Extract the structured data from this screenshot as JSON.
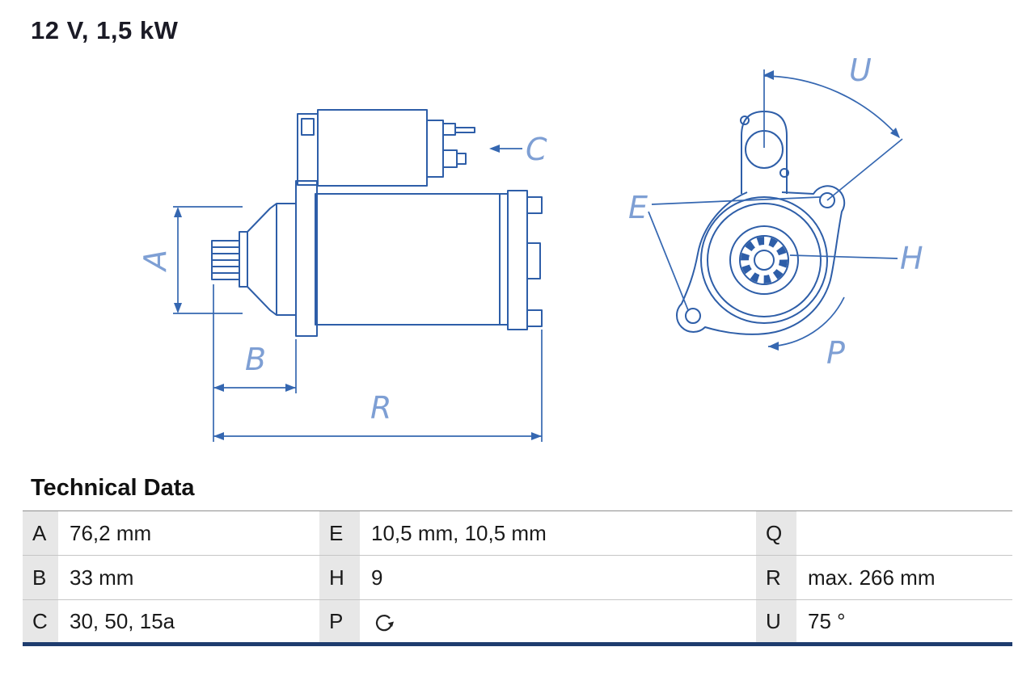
{
  "title": "12 V, 1,5 kW",
  "drawing": {
    "side_view_labels": {
      "A": "A",
      "B": "B",
      "C": "C",
      "R": "R"
    },
    "front_view_labels": {
      "E": "E",
      "H": "H",
      "P": "P",
      "U": "U"
    }
  },
  "technical_data": {
    "heading": "Technical Data",
    "rows": [
      [
        {
          "key": "A",
          "value": "76,2 mm"
        },
        {
          "key": "E",
          "value": "10,5 mm, 10,5 mm"
        },
        {
          "key": "Q",
          "value": ""
        }
      ],
      [
        {
          "key": "B",
          "value": "33 mm"
        },
        {
          "key": "H",
          "value": "9"
        },
        {
          "key": "R",
          "value": "max. 266 mm"
        }
      ],
      [
        {
          "key": "C",
          "value": "30, 50, 15a"
        },
        {
          "key": "P",
          "value": "",
          "icon": "rotation-cw-icon"
        },
        {
          "key": "U",
          "value": "75 °"
        }
      ]
    ]
  },
  "colors": {
    "drawing_stroke": "#2e5ea8",
    "dimension_label": "#7e9fd4",
    "key_cell_bg": "#e7e7e7",
    "bottom_border": "#1e3c6e",
    "text": "#1b1b26"
  }
}
